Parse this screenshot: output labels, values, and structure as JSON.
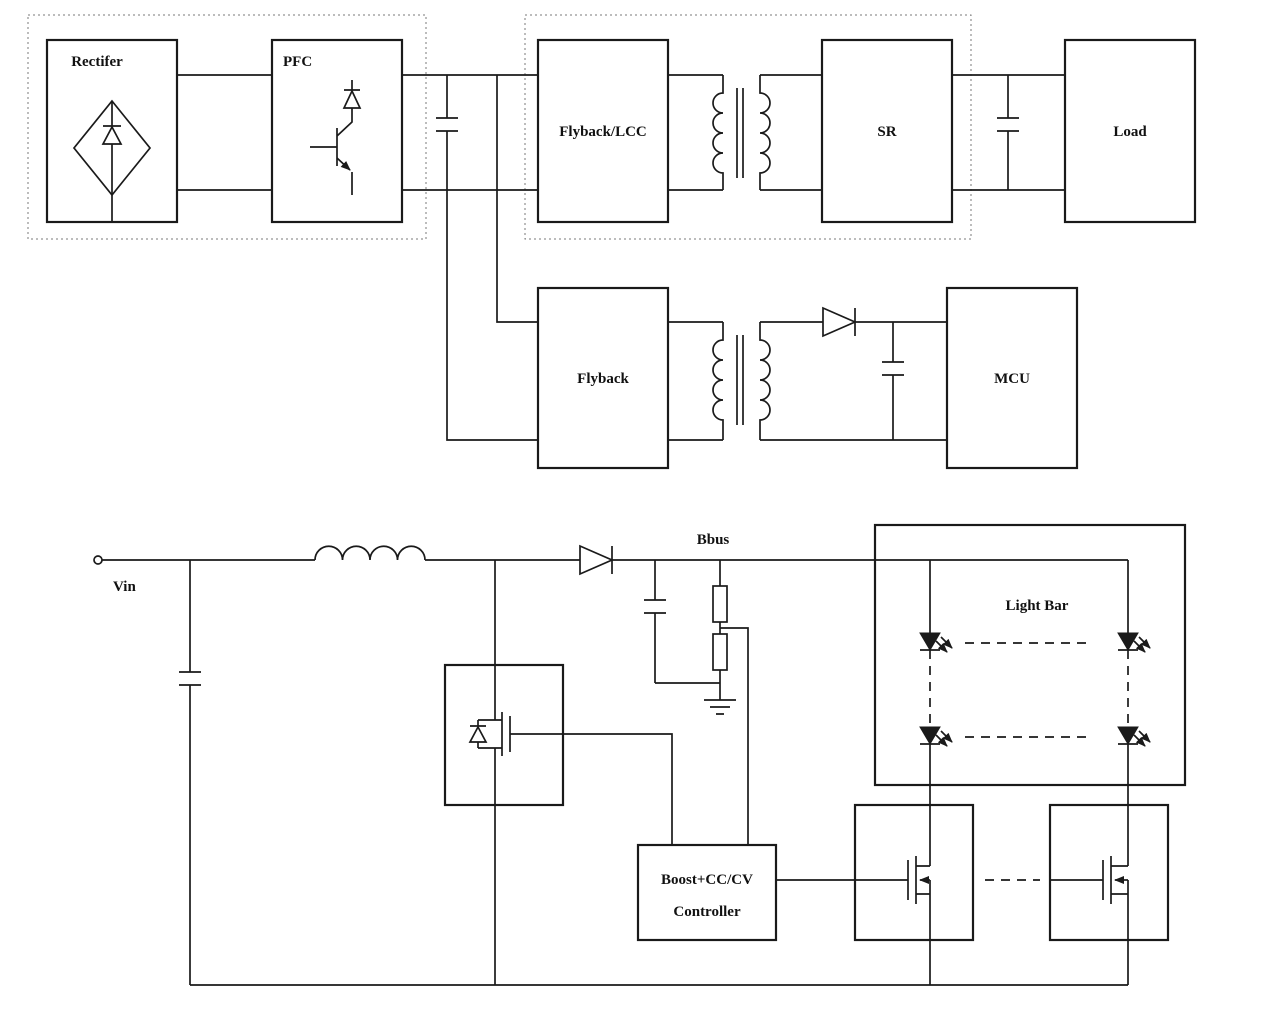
{
  "diagram": {
    "type": "led-driver-power-system-block-circuit",
    "blocks": {
      "rectifier": "Rectifer",
      "pfc": "PFC",
      "flyback_lcc": "Flyback/LCC",
      "sr": "SR",
      "load": "Load",
      "flyback": "Flyback",
      "mcu": "MCU",
      "controller_line1": "Boost+CC/CV",
      "controller_line2": "Controller",
      "light_bar": "Light Bar"
    },
    "labels": {
      "vin": "Vin",
      "bbus": "Bbus"
    },
    "colors": {
      "line": "#1a1a1a",
      "dotted_box": "#7a7a7a",
      "background": "#ffffff"
    }
  }
}
